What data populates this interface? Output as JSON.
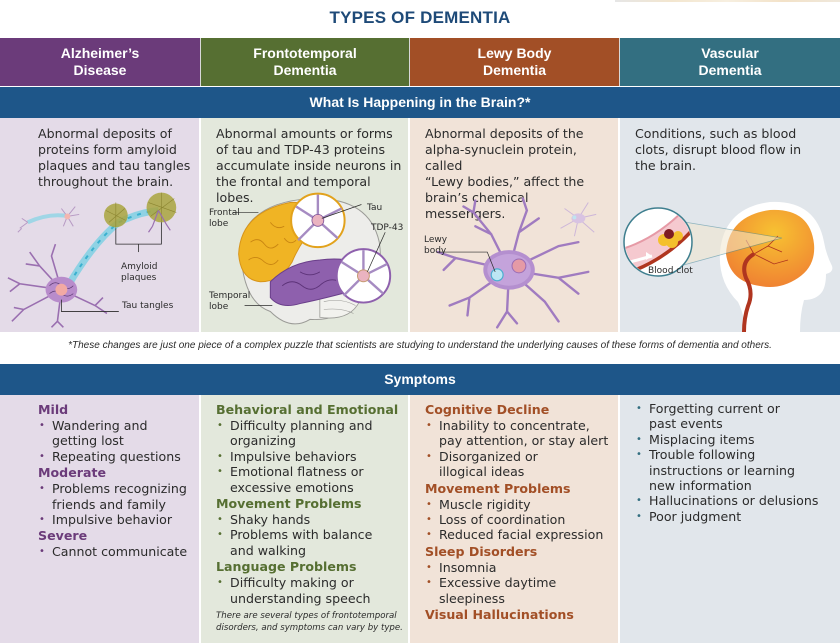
{
  "title": "TYPES OF DEMENTIA",
  "columns": [
    {
      "key": "alzheimers",
      "header": "Alzheimer’s\nDisease",
      "color": "#6b3b7a",
      "bg": "#e4dbe8"
    },
    {
      "key": "frontotemporal",
      "header": "Frontotemporal\nDementia",
      "color": "#566f32",
      "bg": "#e3e8dc"
    },
    {
      "key": "lewy",
      "header": "Lewy Body\nDementia",
      "color": "#a24f26",
      "bg": "#f1e3d8"
    },
    {
      "key": "vascular",
      "header": "Vascular\nDementia",
      "color": "#336f81",
      "bg": "#e1e6eb"
    }
  ],
  "brain_section": {
    "heading": "What Is Happening in the Brain?*",
    "descriptions": [
      "Abnormal deposits of\nproteins form amyloid\nplaques and tau tangles\nthroughout the brain.",
      "Abnormal amounts or forms\nof tau and TDP-43 proteins\naccumulate inside neurons in\nthe frontal and temporal lobes.",
      "Abnormal deposits of the\nalpha-synuclein protein, called\n“Lewy bodies,” affect the\nbrain’s chemical messengers.",
      "Conditions, such as blood\nclots, disrupt blood flow in\nthe brain."
    ],
    "illustration_labels": {
      "alzheimers": {
        "amyloid": "Amyloid\nplaques",
        "tau": "Tau tangles"
      },
      "frontotemporal": {
        "frontal": "Frontal\nlobe",
        "temporal": "Temporal\nlobe",
        "tau": "Tau",
        "tdp": "TDP-43"
      },
      "lewy": {
        "lewy_body": "Lewy\nbody"
      },
      "vascular": {
        "clot": "Blood clot"
      }
    },
    "illustrations": {
      "alzheimers": "neuron-with-amyloid-plaques-icon",
      "frontotemporal": "brain-lobes-icon",
      "lewy": "neuron-with-lewy-body-icon",
      "vascular": "head-with-blood-clot-icon"
    }
  },
  "footnote": "*These changes are just one piece of a complex puzzle that scientists are studying to understand the underlying causes of these forms of dementia and others.",
  "symptoms_section": {
    "heading": "Symptoms",
    "alzheimers": [
      {
        "title": "Mild",
        "items": [
          "Wandering and\ngetting lost",
          "Repeating questions"
        ]
      },
      {
        "title": "Moderate",
        "items": [
          "Problems recognizing\nfriends and family",
          "Impulsive behavior"
        ]
      },
      {
        "title": "Severe",
        "items": [
          "Cannot communicate"
        ]
      }
    ],
    "frontotemporal": [
      {
        "title": "Behavioral and Emotional",
        "items": [
          "Difficulty planning and\norganizing",
          "Impulsive behaviors",
          "Emotional flatness or\nexcessive emotions"
        ]
      },
      {
        "title": "Movement Problems",
        "items": [
          "Shaky hands",
          "Problems with balance\nand walking"
        ]
      },
      {
        "title": "Language Problems",
        "items": [
          "Difficulty making or\nunderstanding speech"
        ]
      }
    ],
    "frontotemporal_note": "There are several types of frontotemporal\ndisorders, and symptoms can vary by type.",
    "lewy": [
      {
        "title": "Cognitive Decline",
        "items": [
          "Inability to concentrate,\npay attention, or stay alert",
          "Disorganized or\nillogical ideas"
        ]
      },
      {
        "title": "Movement Problems",
        "items": [
          "Muscle rigidity",
          "Loss of coordination",
          "Reduced facial expression"
        ]
      },
      {
        "title": "Sleep Disorders",
        "items": [
          "Insomnia",
          "Excessive daytime\nsleepiness"
        ]
      },
      {
        "title": "Visual Hallucinations",
        "items": []
      }
    ],
    "vascular": {
      "items": [
        "Forgetting current or\npast events",
        "Misplacing items",
        "Trouble following\ninstructions or learning\nnew information",
        "Hallucinations or delusions",
        "Poor judgment"
      ]
    }
  }
}
